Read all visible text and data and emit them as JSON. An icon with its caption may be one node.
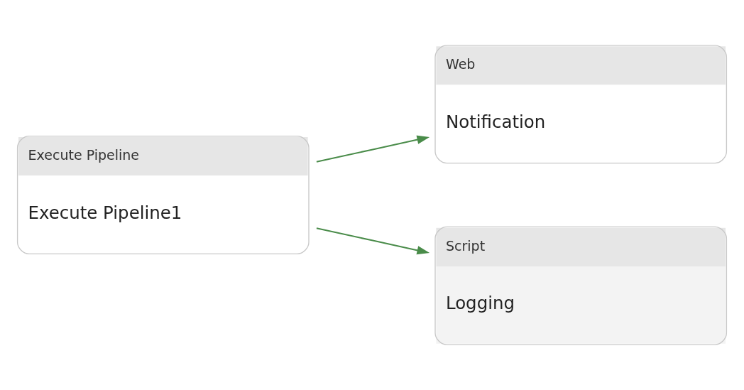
{
  "diagram": {
    "nodes": [
      {
        "text": [
          "Execute Pipeline",
          "Execute Pipeline1"
        ]
      },
      {
        "text": [
          "Web",
          "Notification"
        ]
      },
      {
        "text": [
          "Script",
          "Logging"
        ]
      }
    ],
    "edges": [
      {
        "from": 0,
        "to": 1,
        "arrow": "to"
      },
      {
        "from": 0,
        "to": 2,
        "arrow": "to"
      }
    ]
  }
}
